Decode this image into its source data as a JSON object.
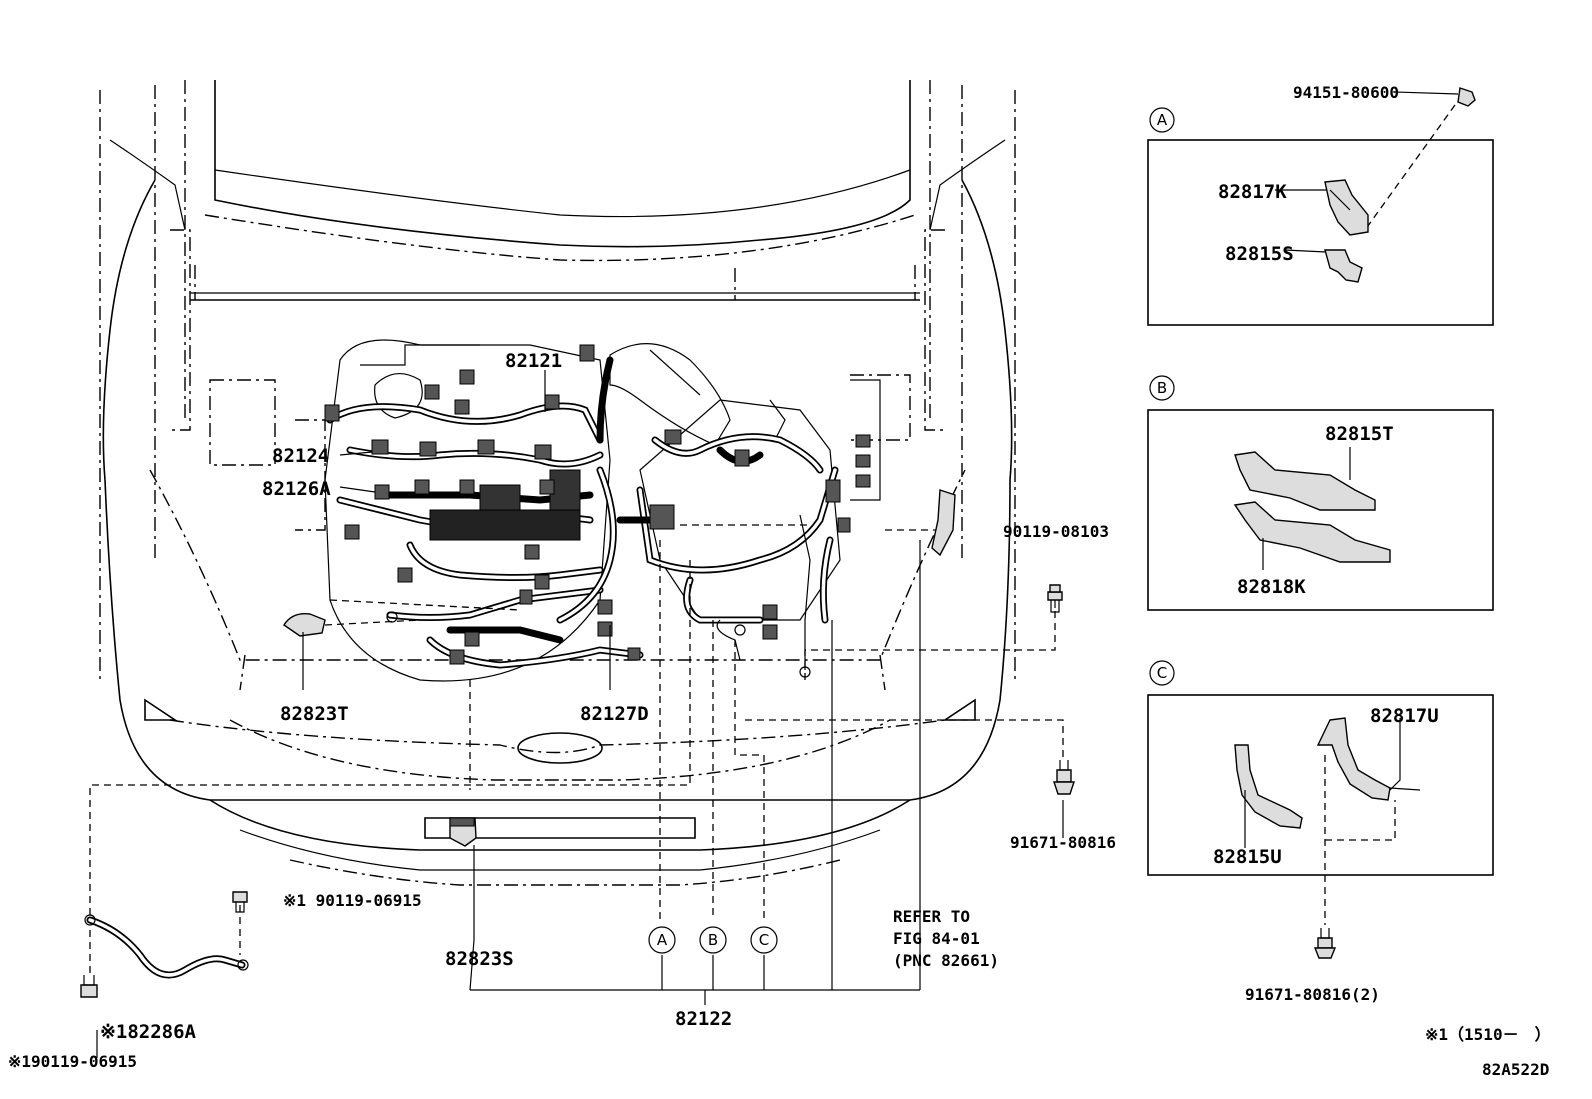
{
  "labels": {
    "p82121": "82121",
    "p82124": "82124",
    "p82126A": "82126A",
    "p82823T": "82823T",
    "p82127D": "82127D",
    "p90119_08103": "90119-08103",
    "p91671_80816": "91671-80816",
    "p82823S": "82823S",
    "p82122": "82122",
    "p90119_06915_top": "※1 90119-06915",
    "p82286A": "※182286A",
    "p90119_06915_bottom": "※190119-06915",
    "refer_line1": "REFER TO",
    "refer_line2": "FIG 84-01",
    "refer_line3": "(PNC 82661)",
    "p94151_80600": "94151-80600",
    "p82817K": "82817K",
    "p82815S": "82815S",
    "p82815T": "82815T",
    "p82818K": "82818K",
    "p82817U": "82817U",
    "p82815U": "82815U",
    "p91671_80816_2": "91671-80816(2)",
    "footnote": "※1（1510－　）",
    "figure_code": "82A522D"
  },
  "callouts": {
    "A": "A",
    "B": "B",
    "C": "C"
  }
}
